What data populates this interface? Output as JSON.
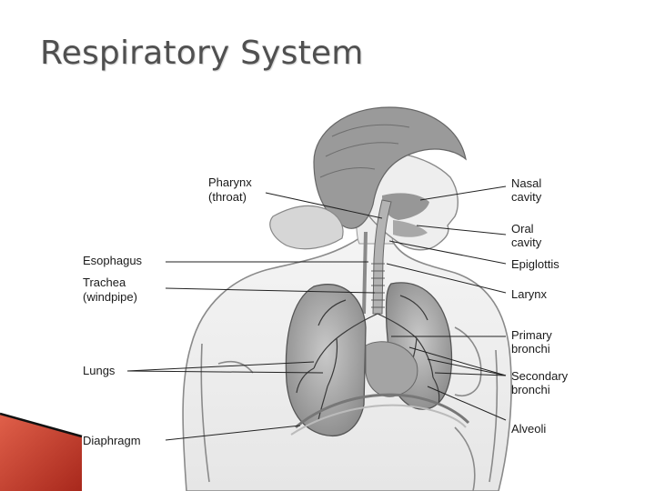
{
  "slide": {
    "title": "Respiratory System"
  },
  "labels": {
    "pharynx": "Pharynx",
    "pharynx_sub": "(throat)",
    "esophagus": "Esophagus",
    "trachea": "Trachea",
    "trachea_sub": "(windpipe)",
    "lungs": "Lungs",
    "diaphragm": "Diaphragm",
    "nasal": "Nasal",
    "nasal_sub": "cavity",
    "oral": "Oral",
    "oral_sub": "cavity",
    "epiglottis": "Epiglottis",
    "larynx": "Larynx",
    "primary": "Primary",
    "primary_sub": "bronchi",
    "secondary": "Secondary",
    "secondary_sub": "bronchi",
    "alveoli": "Alveoli"
  },
  "colors": {
    "title": "#505050",
    "accent_corner": "#c0392b"
  }
}
